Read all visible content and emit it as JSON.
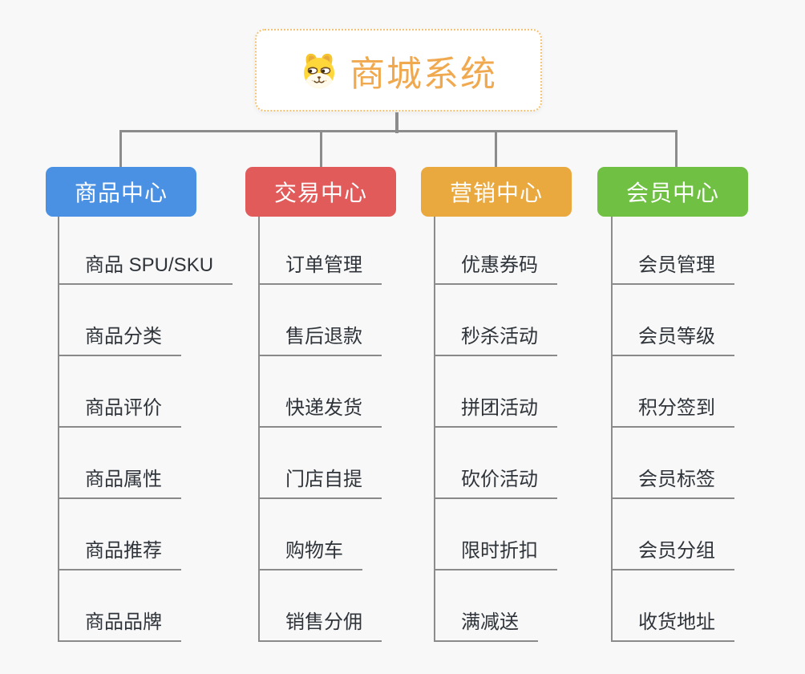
{
  "root": {
    "title": "商城系统",
    "icon": "dog-face"
  },
  "branches": [
    {
      "label": "商品中心",
      "color": "#4a91e4",
      "items": [
        "商品 SPU/SKU",
        "商品分类",
        "商品评价",
        "商品属性",
        "商品推荐",
        "商品品牌"
      ]
    },
    {
      "label": "交易中心",
      "color": "#e25b5b",
      "items": [
        "订单管理",
        "售后退款",
        "快递发货",
        "门店自提",
        "购物车",
        "销售分佣"
      ]
    },
    {
      "label": "营销中心",
      "color": "#e9a93f",
      "items": [
        "优惠券码",
        "秒杀活动",
        "拼团活动",
        "砍价活动",
        "限时折扣",
        "满减送"
      ]
    },
    {
      "label": "会员中心",
      "color": "#6fc043",
      "items": [
        "会员管理",
        "会员等级",
        "积分签到",
        "会员标签",
        "会员分组",
        "收货地址"
      ]
    }
  ],
  "colors": {
    "connector": "#8c8c8c",
    "underline": "#8a8a8a",
    "item_text": "#2f343a",
    "root_text": "#f0a94f",
    "root_border": "#f3c272",
    "background": "#f8f8f8"
  }
}
